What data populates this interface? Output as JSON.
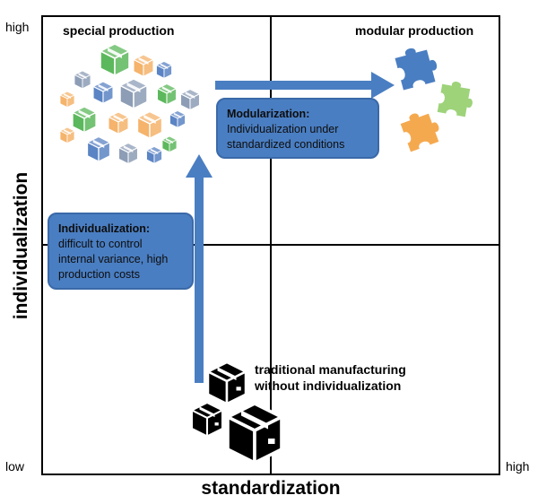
{
  "axes": {
    "y_high_label": "high",
    "y_low_label": "low",
    "x_high_label": "high",
    "y_title": "individualization",
    "x_title": "standardization"
  },
  "quadrants": {
    "top_left_title": "special production",
    "top_right_title": "modular production"
  },
  "callouts": {
    "modularization": {
      "head": "Modularization:",
      "line1": "Individualization under",
      "line2": "standardized conditions"
    },
    "individualization": {
      "head": "Individualization:",
      "line1": "difficult to control",
      "line2": "internal variance, high",
      "line3": "production costs"
    }
  },
  "traditional_label": {
    "line1": "traditional manufacturing",
    "line2": "without individualization"
  },
  "colors": {
    "arrow_blue": "#4a7ec2",
    "box_green": "#5cb85c",
    "box_orange": "#f5b36b",
    "box_blue": "#5b84c4",
    "box_gray": "#8d9db6",
    "puzzle_blue": "#4a7ec2",
    "puzzle_green": "#9ed37a",
    "puzzle_orange": "#f5a94f"
  },
  "icons": [
    "cube-icon",
    "puzzle-piece-icon",
    "package-box-icon",
    "arrow-up-icon",
    "arrow-right-icon"
  ]
}
